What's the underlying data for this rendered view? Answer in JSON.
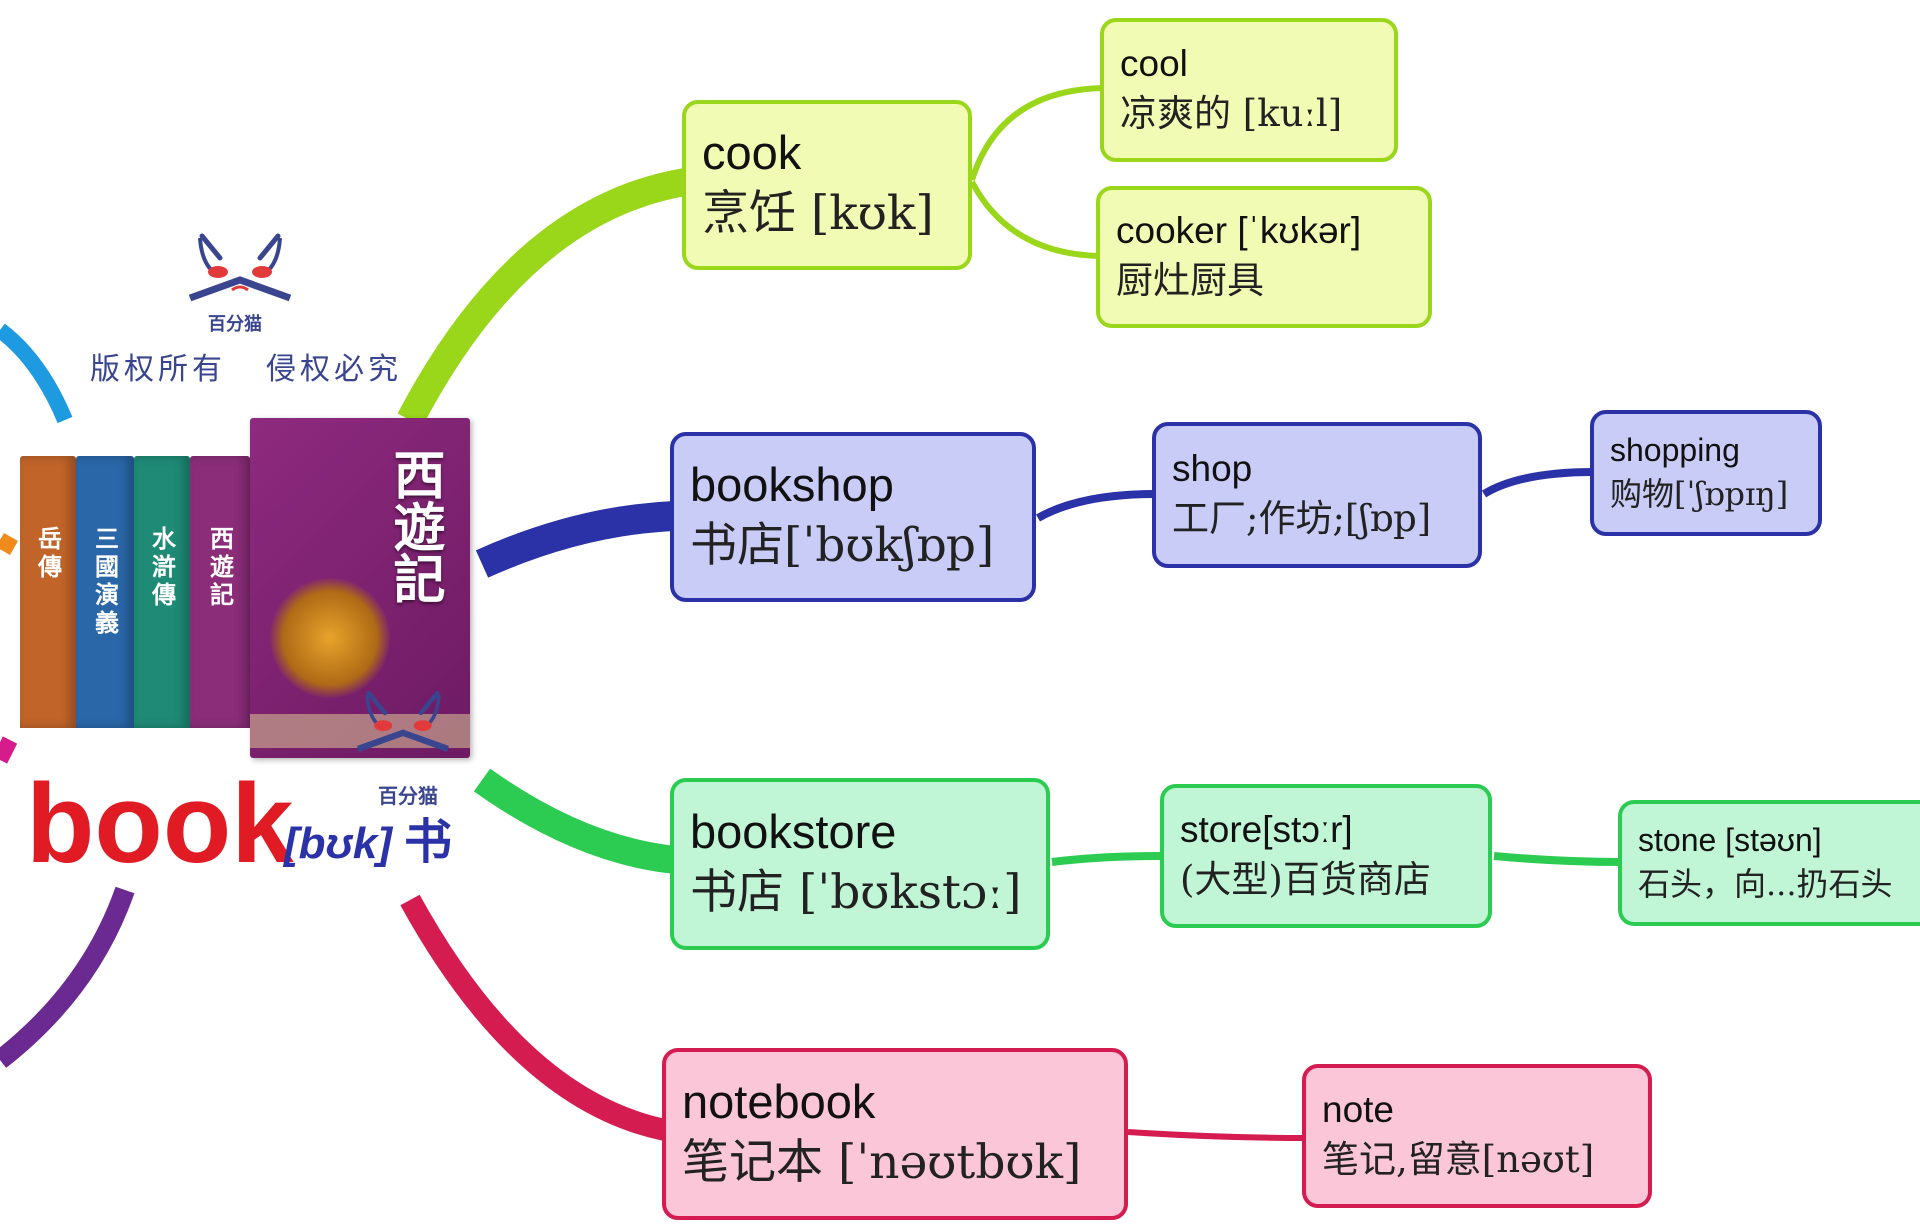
{
  "root": {
    "word": "book",
    "ipa": "[bʊk]",
    "meaning": "书",
    "color": "#e01b24"
  },
  "watermark": {
    "brand": "百分猫",
    "left_text": "版权所有",
    "right_text": "侵权必究"
  },
  "book_titles": {
    "cover": "西遊記",
    "spines": [
      "岳傳",
      "三國演義",
      "水滸傳",
      "西遊記"
    ]
  },
  "branches": [
    {
      "id": "cook",
      "color": "#9ad61a",
      "word": "cook",
      "definition": "烹饪 [kʊk]",
      "children": [
        {
          "id": "cool",
          "word": "cool",
          "definition": "凉爽的 [kuːl]"
        },
        {
          "id": "cooker",
          "word": "cooker [ˈkʊkər]",
          "definition": "厨灶厨具"
        }
      ]
    },
    {
      "id": "bookshop",
      "color": "#2b31a6",
      "word": "bookshop",
      "definition": "书店[ˈbʊkʃɒp]",
      "children": [
        {
          "id": "shop",
          "word": "shop",
          "definition": "工厂;作坊;[ʃɒp]",
          "children": [
            {
              "id": "shopping",
              "word": "shopping",
              "definition": "购物[ˈʃɒpɪŋ]"
            }
          ]
        }
      ]
    },
    {
      "id": "bookstore",
      "color": "#2ccc52",
      "word": "bookstore",
      "definition": "书店 [ˈbʊkstɔː]",
      "children": [
        {
          "id": "store",
          "word": "store[stɔːr]",
          "definition": "(大型)百货商店",
          "children": [
            {
              "id": "stone",
              "word": "stone [stəʊn]",
              "definition": "石头，向...扔石头"
            }
          ]
        }
      ]
    },
    {
      "id": "notebook",
      "color": "#d51c51",
      "word": "notebook",
      "definition": "笔记本 [ˈnəʊtbʊk]",
      "children": [
        {
          "id": "note",
          "word": "note",
          "definition": "笔记,留意[nəʊt]"
        }
      ]
    }
  ]
}
